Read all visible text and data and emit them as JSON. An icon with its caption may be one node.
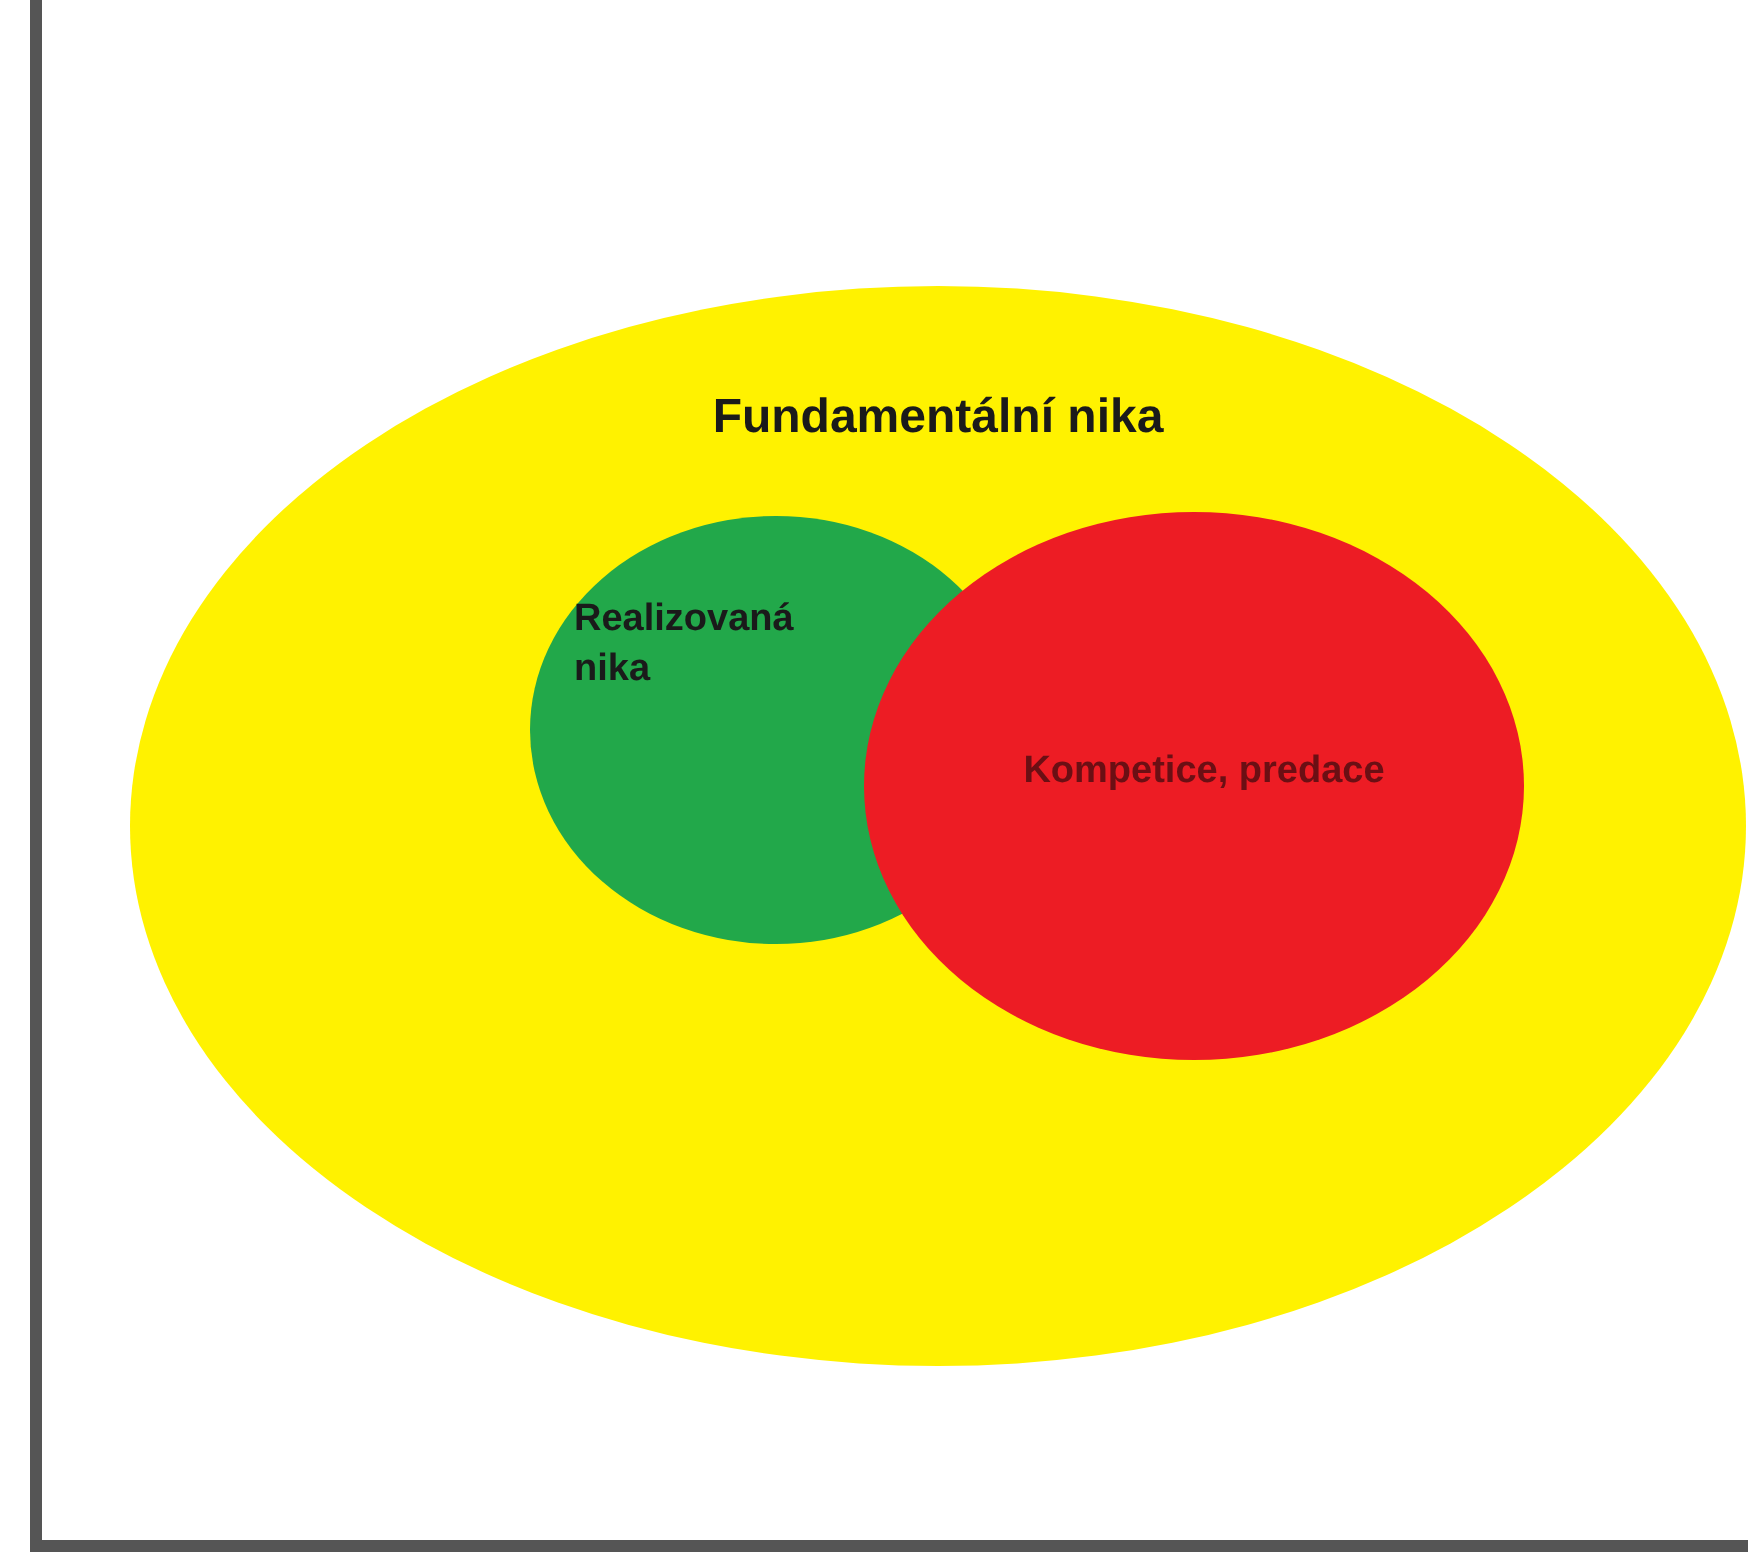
{
  "diagram": {
    "nodes": [
      {
        "text": [
          "Fundamentální nika"
        ]
      },
      {
        "text": [
          "Realizovaná nika"
        ],
        "in": 0
      },
      {
        "text": [
          "Kompetice, predace"
        ],
        "in": 0
      }
    ]
  }
}
